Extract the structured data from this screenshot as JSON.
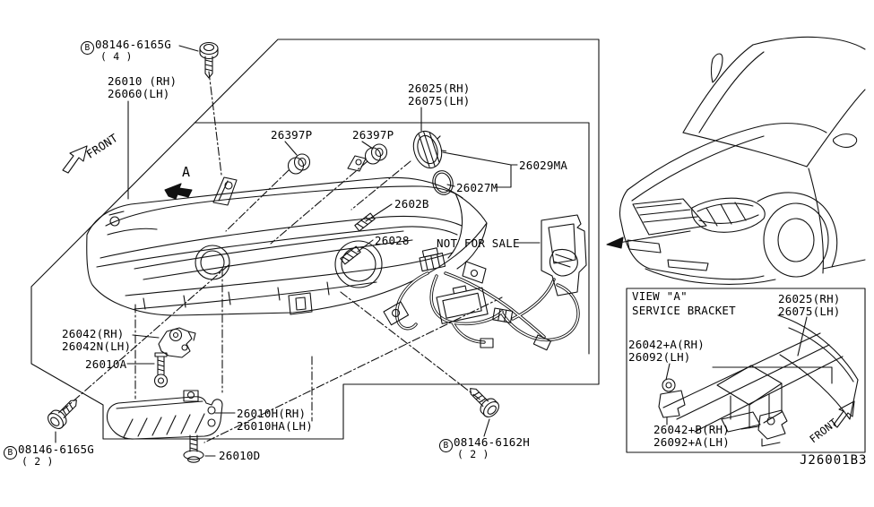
{
  "diagram": {
    "code": "J26001B3",
    "front_label": "FRONT",
    "view_marker": "A",
    "fasteners": {
      "prefix": "B",
      "top": {
        "ref": "08146-6165G",
        "qty": "( 4 )"
      },
      "bottom_left": {
        "ref": "08146-6165G",
        "qty": "( 2 )"
      },
      "bottom_right": {
        "ref": "08146-6162H",
        "qty": "( 2 )"
      }
    },
    "parts": {
      "headlamp_assy": {
        "rh": "26010 (RH)",
        "lh": "26060(LH)"
      },
      "cap1": "26397P",
      "cap2": "26397P",
      "lens": {
        "rh": "26025(RH)",
        "lh": "26075(LH)"
      },
      "ring": "26029MA",
      "gasket": "26027M",
      "strip_upper": "2602B",
      "strip_lower": "26028",
      "harness_note": "NOT FOR SALE",
      "bracket": {
        "rh": "26042(RH)",
        "lh": "26042N(LH)"
      },
      "screw_a": "26010A",
      "daytime_lamp": {
        "rh": "26010H(RH)",
        "lh": "26010HA(LH)"
      },
      "screw_d": "26010D"
    },
    "view_a": {
      "title_1": "VIEW \"A\"",
      "title_2": "SERVICE BRACKET",
      "lens": {
        "rh": "26025(RH)",
        "lh": "26075(LH)"
      },
      "bracket_a": {
        "rh": "26042+A(RH)",
        "lh": "26092(LH)"
      },
      "bracket_b": {
        "rh": "26042+B(RH)",
        "lh": "26092+A(LH)"
      },
      "front_label": "FRONT"
    }
  }
}
